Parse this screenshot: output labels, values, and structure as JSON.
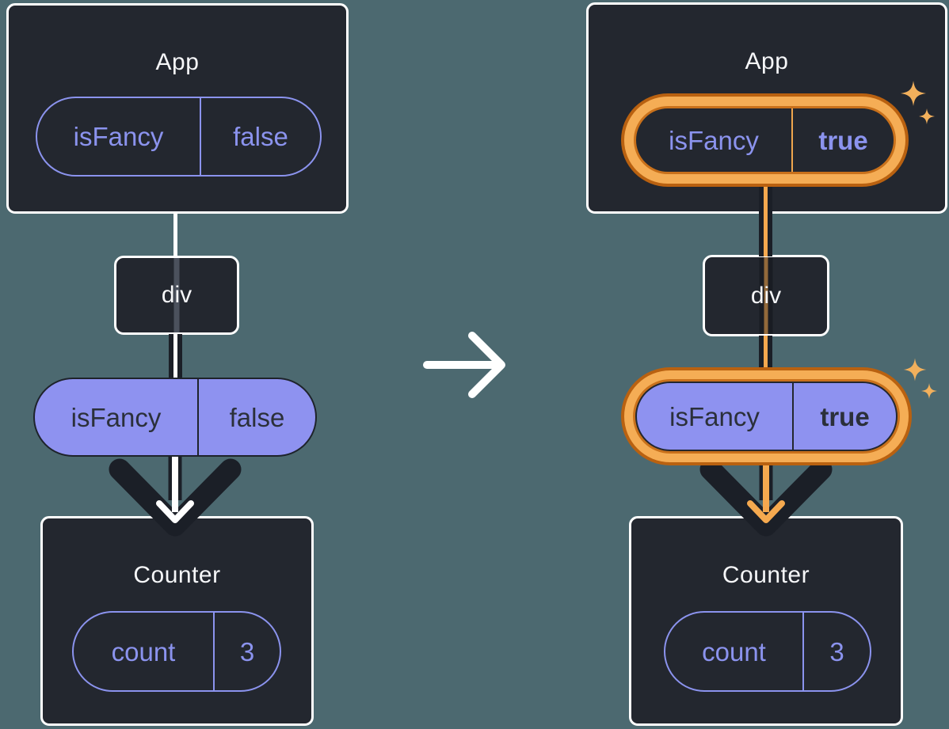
{
  "colors": {
    "background": "#4c6970",
    "node_fill": "#23272f",
    "node_border": "#ffffff",
    "accent_purple": "#8b93ee",
    "purple_pill_fill": "#8e92f0",
    "dark_text": "#2b303a",
    "flow_dark": "#1b1f27",
    "highlight_band": "#f5ad55",
    "highlight_edge": "#b96110",
    "highlight_arrow": "#f5a94f",
    "sparkle": "#f2b05c"
  },
  "icons": {
    "transition": "arrow-right-icon",
    "highlight": "sparkle-icon",
    "flow": "arrow-down-icon"
  },
  "trees": [
    {
      "app": {
        "title": "App",
        "prop_name": "isFancy",
        "prop_value": "false"
      },
      "div_label": "div",
      "passed_prop": {
        "name": "isFancy",
        "value": "false"
      },
      "counter": {
        "title": "Counter",
        "state_name": "count",
        "state_value": "3"
      }
    },
    {
      "app": {
        "title": "App",
        "prop_name": "isFancy",
        "prop_value": "true"
      },
      "div_label": "div",
      "passed_prop": {
        "name": "isFancy",
        "value": "true"
      },
      "counter": {
        "title": "Counter",
        "state_name": "count",
        "state_value": "3"
      }
    }
  ]
}
